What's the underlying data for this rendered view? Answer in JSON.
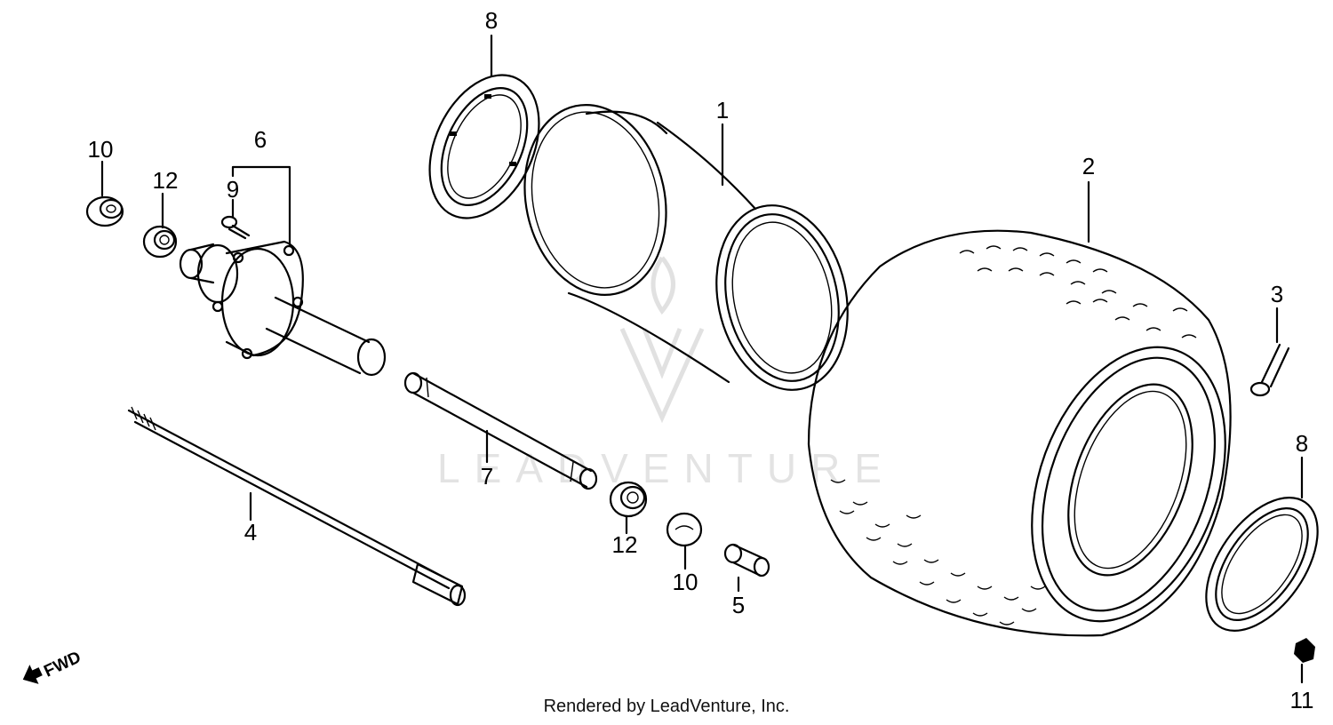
{
  "labels": {
    "p1": "1",
    "p2": "2",
    "p3": "3",
    "p4": "4",
    "p5": "5",
    "p6": "6",
    "p7": "7",
    "p8a": "8",
    "p8b": "8",
    "p9": "9",
    "p10a": "10",
    "p10b": "10",
    "p11": "11",
    "p12a": "12",
    "p12b": "12"
  },
  "fwd_label": "FWD",
  "watermark": "LEADVENTURE",
  "credit": "Rendered by LeadVenture, Inc."
}
